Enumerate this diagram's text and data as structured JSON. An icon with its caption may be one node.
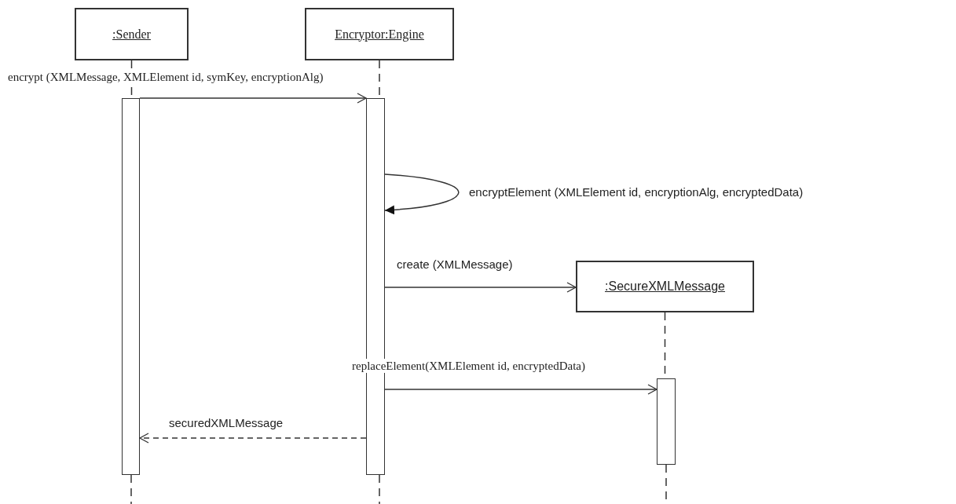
{
  "diagram": {
    "nodes": [
      {
        "text": [
          ":Sender"
        ]
      },
      {
        "text": [
          "Encryptor:Engine"
        ]
      },
      {
        "text": [
          ":SecureXMLMessage"
        ]
      },
      {
        "text": [],
        "shape": "bar"
      },
      {
        "text": [],
        "shape": "bar"
      },
      {
        "text": [],
        "shape": "bar"
      }
    ],
    "edges": [
      {
        "from": 3,
        "to": 4,
        "arrow": "to",
        "label": "encrypt (XMLMessage, XMLElement id, symKey, encryptionAlg)"
      },
      {
        "from": 4,
        "to": 4,
        "arrow": "to",
        "label": "encryptElement (XMLElement id, encryptionAlg, encryptedData)"
      },
      {
        "from": 4,
        "to": 2,
        "arrow": "to",
        "label": "create (XMLMessage)"
      },
      {
        "from": 4,
        "to": 5,
        "arrow": "to",
        "label": "replaceElement(XMLElement id, encryptedData)"
      },
      {
        "from": 4,
        "to": 3,
        "arrow": "to",
        "style": "dashed",
        "label": "securedXMLMessage"
      },
      {
        "from": 0,
        "to": 3,
        "arrow": "none",
        "style": "dashed"
      },
      {
        "from": 1,
        "to": 4,
        "arrow": "none",
        "style": "dashed"
      },
      {
        "from": 2,
        "to": 5,
        "arrow": "none",
        "style": "dashed"
      }
    ]
  }
}
